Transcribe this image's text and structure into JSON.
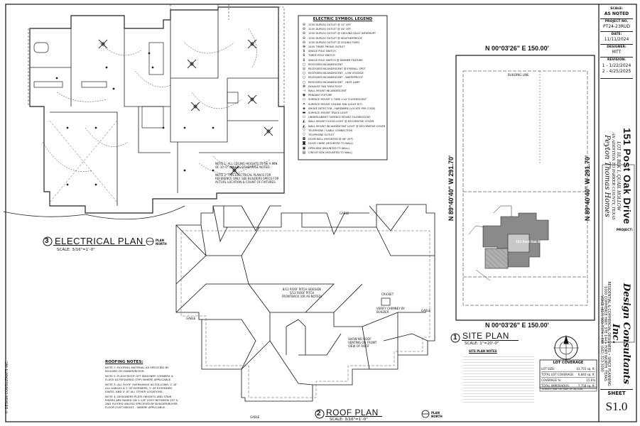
{
  "copyright": "© DESIGN CONSULTANTS INC.",
  "electrical_plan": {
    "number": "3",
    "title": "ELECTRICAL PLAN",
    "scale": "SCALE: 3/16\"=1'-0\"",
    "north_label": "PLAN NORTH",
    "note1": "NOTE 1: ALL CEILING HEIGHTS TO BE A MIN. OF 10'-0\" UNLESS OTHERWISE NOTED.",
    "note2": "NOTE 2: THIS ELECTRICAL PLAN IS FOR REFERENCE ONLY. SEE BUILDERS SPECS FOR ACTUAL LOCATION & COUNT OF FIXTURES."
  },
  "legend": {
    "title": "ELECTRIC SYMBOL LEGEND",
    "items": [
      "120V DUPLEX OUTLET @ 12\" AFF",
      "120V DUPLEX OUTLET @ 44\" AFF",
      "120V DUPLEX OUTLET @ GROUND FAULT INTERRUPT",
      "120V DUPLEX OUTLET @ WEATHERPROOF",
      "120V DUPLEX OUTLET @ CEILING FIXED",
      "240V THREE PRONG OUTLET",
      "SINGLE POLE SWITCH",
      "THREE POLE SWITCH",
      "SINGLE POLE SWITCH @ DIMMER FEATURE",
      "RECESSED INCANDESCENT",
      "RECESSED INCANDESCENT @ EYEBALL SPOT",
      "RECESSED INCANDESCENT - LOW VOLTAGE",
      "RECESSED INCANDESCENT - WATERPROOF",
      "RECESSED INCANDESCENT - HEAT LAMP",
      "EXHAUST FAN THRU ROOF",
      "WALL MOUNT INCANDESCENT",
      "PENDANT FIXTURE",
      "SURFACE MOUNT 2 TUBE 1'x4' FLUORESCENT",
      "SURFACE MOUNT CEILING FAN (LIGHT KIT)",
      "SMOKE DETECTOR - HARDWIRE (LOCATE PER CODE)",
      "SURFACE MOUNT TRACK LIGHT",
      "UNDERCABINET SURFACE MOUNT FLUORESCENT",
      "WALL MOUNT FLOOD LIGHT @ DECORATIVE COVER",
      "WALL MOUNT INCANDESCENT LIGHT @ DECORATIVE COVER",
      "TELEPHONE / CABLE CONNECTION",
      "TELEPHONE OUTLET",
      "DOOR BELL (MOUNTED @ 48\" AFF)",
      "DOOR CHIME (MOUNTED TO WALL)",
      "OPEN BOX (MOUNTED TO WALL)",
      "CIRCUIT BOX (MOUNTED TO WALL)"
    ]
  },
  "roof_plan": {
    "number": "2",
    "title": "ROOF PLAN",
    "scale": "SCALE: 3/16\"=1'-0\"",
    "north_label": "PLAN NORTH",
    "pitch_note": "8/12 ROOF PITCH SIDESIDE 5/12 ROOF PITCH FRONTBACK (OR AS NOTED)",
    "cricket_note": "CRICKET",
    "chimney_note": "VERIFY CHIMNEY BY BUILDER",
    "ventilation_note": "SHOW NO ROOF VENTING ON FRONT VIEW OF ROOF",
    "gable_label": "GABLE",
    "notes_title": "ROOFING NOTES:",
    "notes": [
      "NOTE 1: ROOFING MATERIAL AS SPECIFIED BY BUILDER OR OWNER/BUYER.",
      "NOTE 2: FLASH ROOF OFF MASONRY CORNERS & FLASH AS REQUIRED (TYP) WHERE APPLICABLE.",
      "NOTE 3: ALL ROOF OVERHANGS AS FOLLOWS: 2' AT ALL GABLES & 2' AT DORMERS, 2' AT EXTENDED EAVES, AND 2' AT ALL OTHER LOCATIONS.",
      "NOTE 4: DESIGNERS PLATE HEIGHTS AND STAIR RISERS ARE BASED ON 1-1/8\" JOIST BETWEEN 1ST & 2ND FLOORS UNLESS SPECIFIED BY BUILDER/BUYER. FLOOR JOIST HEIGHT... WHERE APPLICABLE."
    ]
  },
  "site_plan": {
    "number": "1",
    "title": "SITE PLAN",
    "scale": "SCALE: 1\"=20'-0\"",
    "bearing_top": "N 00°03'26\" E 150.00'",
    "bearing_bottom": "N 00°03'26\" E 150.00'",
    "bearing_left": "N 89°40'40\" W 291.70'",
    "bearing_right": "N 89°40'40\" W 291.70'",
    "house_label": "151 Post Oak Drive",
    "building_line": "BUILDING LINE",
    "notes_title": "SITE PLAN NOTES",
    "coverage_title": "LOT COVERAGE",
    "coverage_rows": [
      {
        "label": "LOT SIZE:",
        "value": "43,755 sq. ft."
      },
      {
        "label": "TOTAL LOT COVERAGE:",
        "value": "6,840 sq. ft."
      },
      {
        "label": "COVERAGE %:",
        "value": "15.6%"
      },
      {
        "label": "TOTAL IMPERVIOUS:",
        "value": "7,758 sq. ft."
      }
    ],
    "survey_note": "SURVEY MAP OR MAP OF ACTUAL"
  },
  "title_block": {
    "scale_head": "SCALE:",
    "scale_val": "AS NOTED",
    "project_head": "PROJECT NO.",
    "project_val": "PT24-23RUD",
    "date_head": "DATE:",
    "date_val": "11/11/2024",
    "designer_head": "DESIGNER:",
    "designer_val": "MTT",
    "revision_head": "REVISION:",
    "revisions": [
      "1 - 1/22/2024",
      "2 - 4/25/2025"
    ],
    "address": "151 Post Oak Drive",
    "legal_line1": "LOT 18, BLK 1, QUAIL HOLLOW",
    "legal_line2": "AN ADDITION TO PARKER COUNTY, TEXAS",
    "client": "Peyton Thomas Homes",
    "project_head2": "PROJECT:",
    "company": "Design Consultants Inc.",
    "company_sub": "RESIDENTIAL & COMMERCIAL DESIGNERS • SPACE PLANNING",
    "company_addr": "1000 COMMERCE HWY, STE 144 • FORT WORTH, TEXAS",
    "company_phone": "VOICE (817) 900-7374 • FAX (682) 323-3090",
    "sheet_head": "SHEET",
    "sheet_val": "S1.0"
  }
}
